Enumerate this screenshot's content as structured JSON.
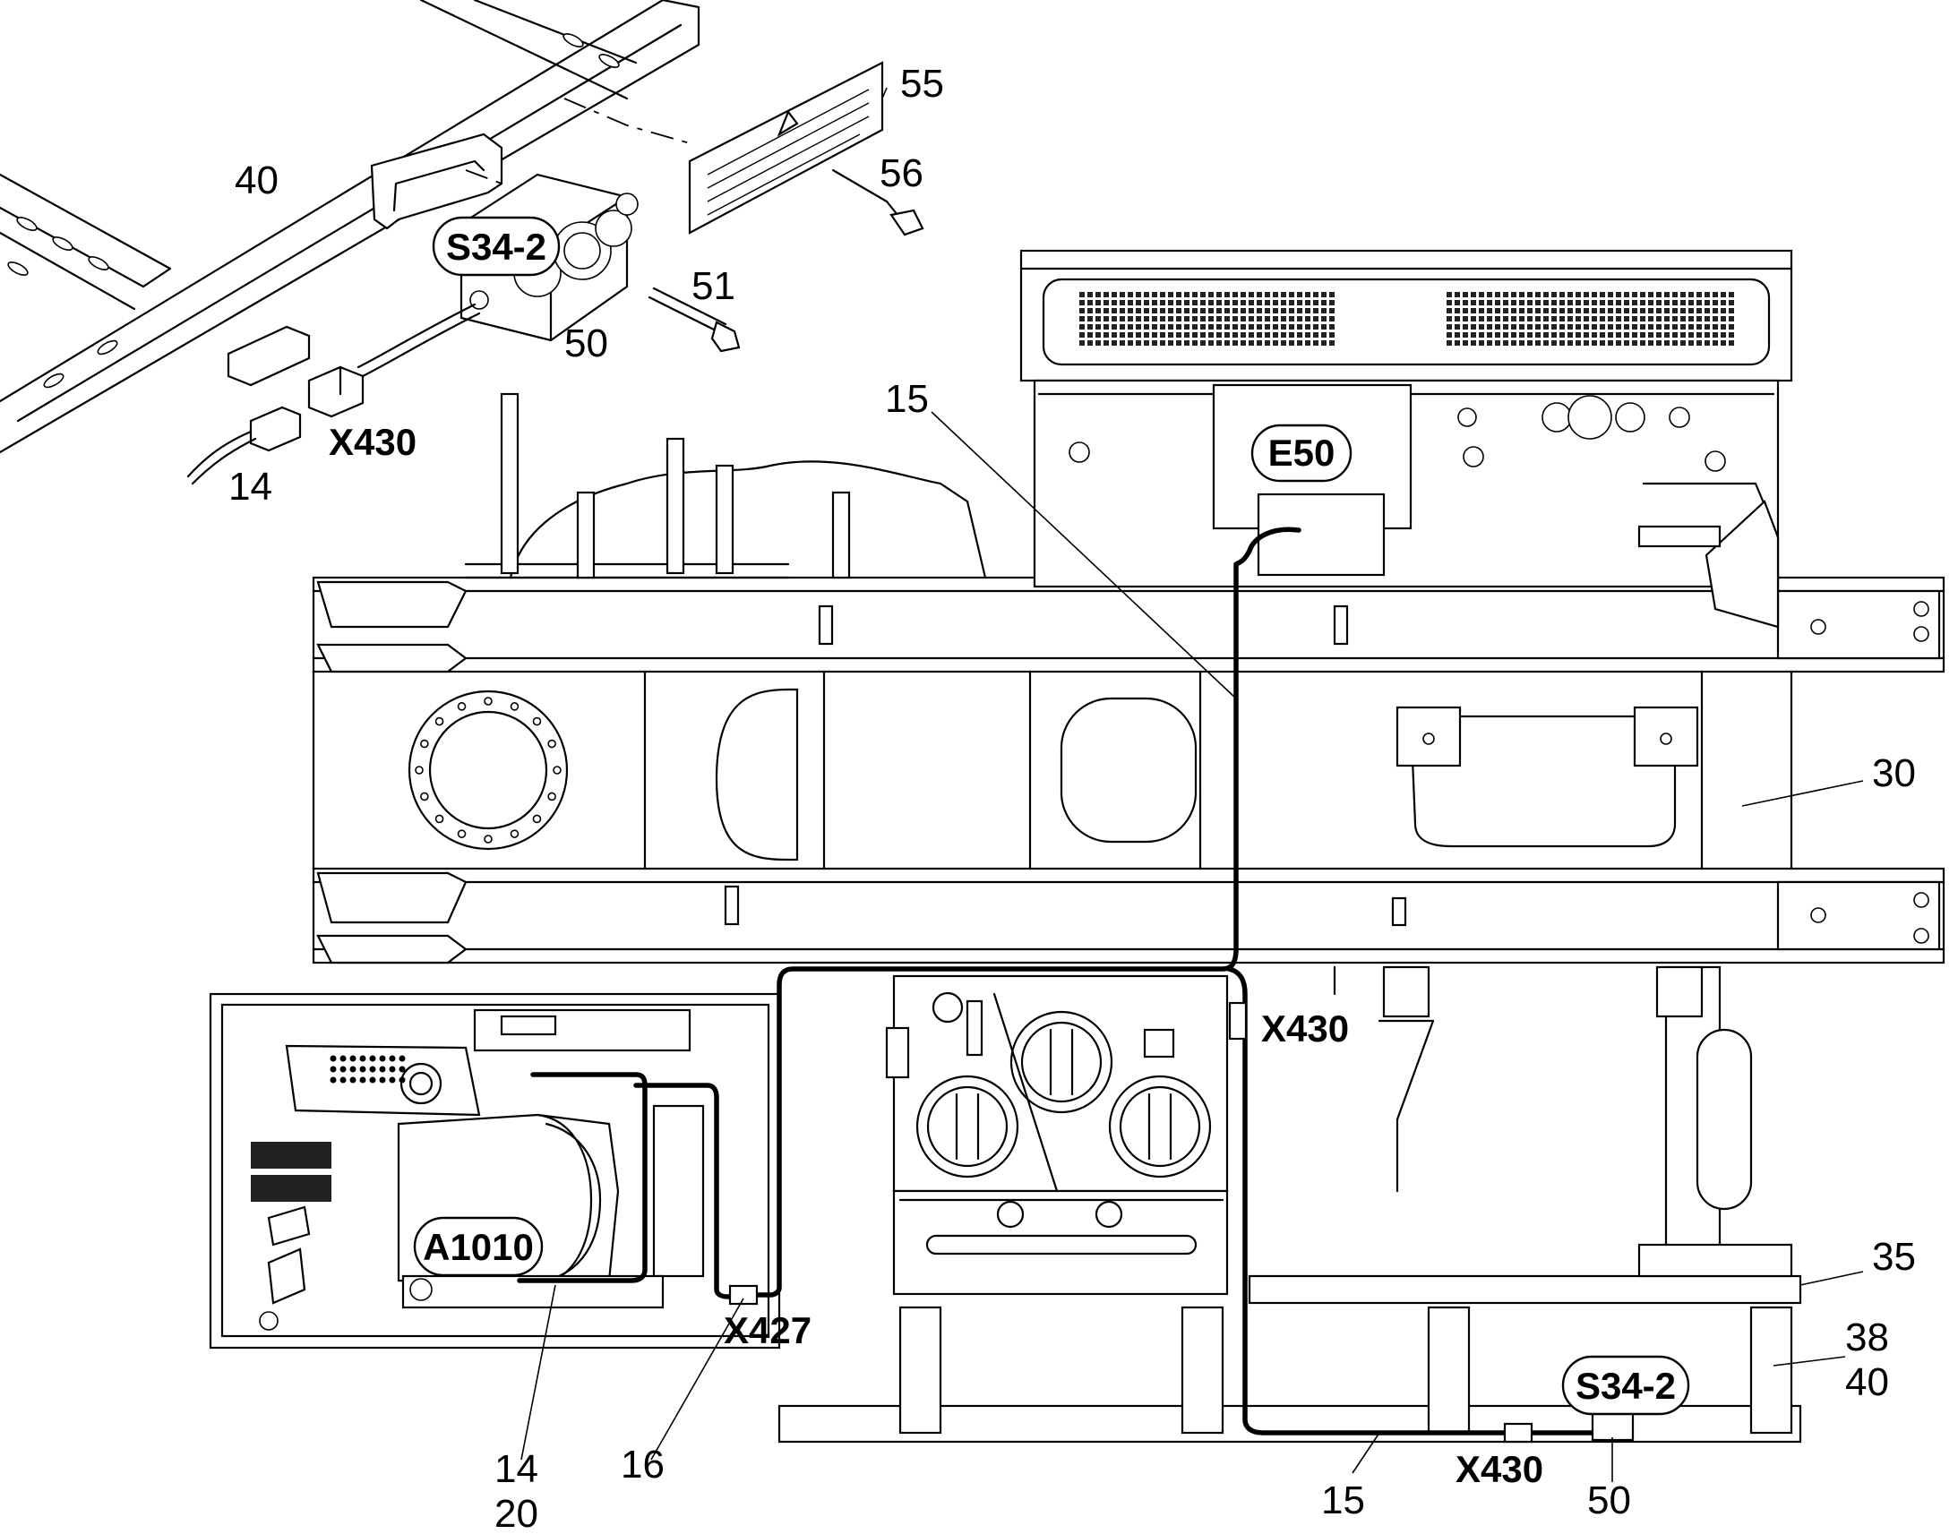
{
  "labels": {
    "item_40_top": "40",
    "item_55": "55",
    "item_56": "56",
    "item_51": "51",
    "item_50_top": "50",
    "item_14_top": "14",
    "item_15_top": "15",
    "item_30": "30",
    "item_35": "35",
    "item_38": "38",
    "item_40_right": "40",
    "item_50_bottom": "50",
    "item_15_bottom": "15",
    "item_16": "16",
    "item_14_bottom": "14",
    "item_20": "20"
  },
  "tags": {
    "s34_2_top": "S34-2",
    "x430_top": "X430",
    "e50": "E50",
    "x430_mid": "X430",
    "a1010": "A1010",
    "x427": "X427",
    "s34_2_bottom": "S34-2",
    "x430_bottom": "X430"
  }
}
